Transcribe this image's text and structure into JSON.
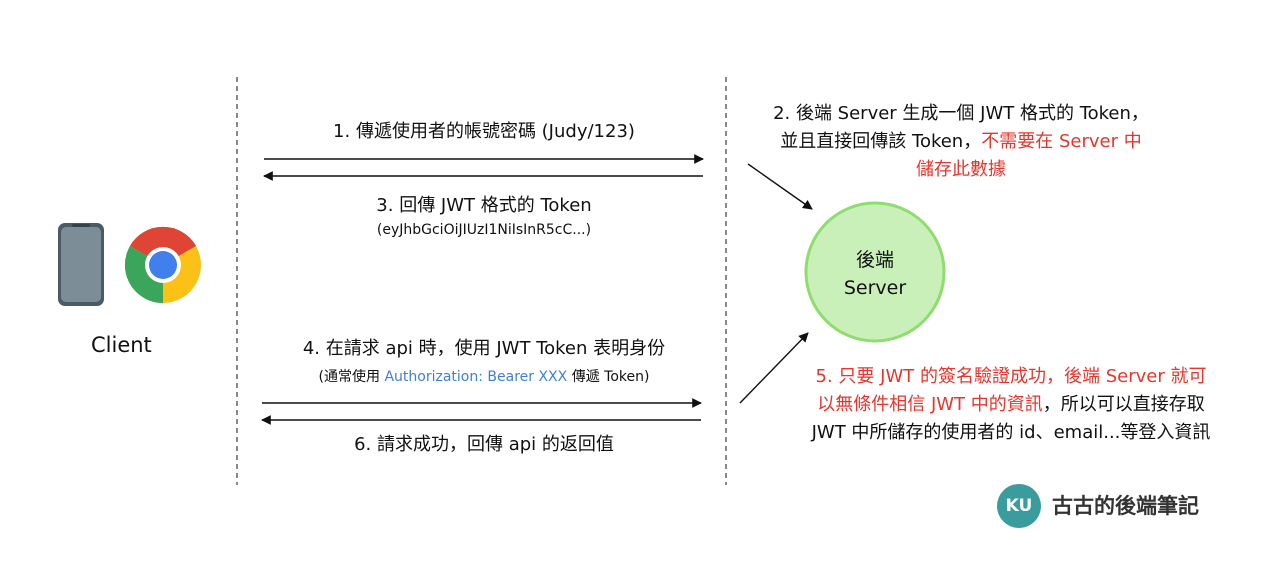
{
  "client": {
    "label": "Client"
  },
  "server": {
    "line1": "後端",
    "line2": "Server"
  },
  "steps": {
    "s1": "1.   傳遞使用者的帳號密碼 (Judy/123)",
    "s3": "3. 回傳 JWT 格式的 Token",
    "s3_token": "(eyJhbGciOiJIUzI1NiIsInR5cC...)",
    "s4": "4. 在請求 api 時，使用 JWT Token 表明身份",
    "s4_pre": "(通常使用 ",
    "s4_auth": "Authorization: Bearer XXX",
    "s4_post": " 傳遞 Token)",
    "s6": "6. 請求成功，回傳 api 的返回值",
    "s2_line1": "2. 後端 Server 生成一個 JWT 格式的 Token，",
    "s2_line2a": "並且直接回傳該 Token，",
    "s2_line2b": "不需要在 Server 中",
    "s2_line3": "儲存此數據",
    "s5_line1": "5. 只要 JWT 的簽名驗證成功，後端 Server 就可",
    "s5_line2a": "以無條件相信 JWT 中的資訊",
    "s5_line2b": "，所以可以直接存取",
    "s5_line3": "JWT 中所儲存的使用者的 id、email...等登入資訊"
  },
  "brand": {
    "logo_text": "KU",
    "name": "古古的後端筆記"
  },
  "colors": {
    "highlight_red": "#e8352d",
    "highlight_blue": "#3f7fd8",
    "server_circle": "#c9f0b9",
    "server_border": "#8fdc6f",
    "brand_teal": "#3a9c9c"
  },
  "icons": [
    "phone-icon",
    "chrome-icon",
    "ku-logo-icon"
  ]
}
